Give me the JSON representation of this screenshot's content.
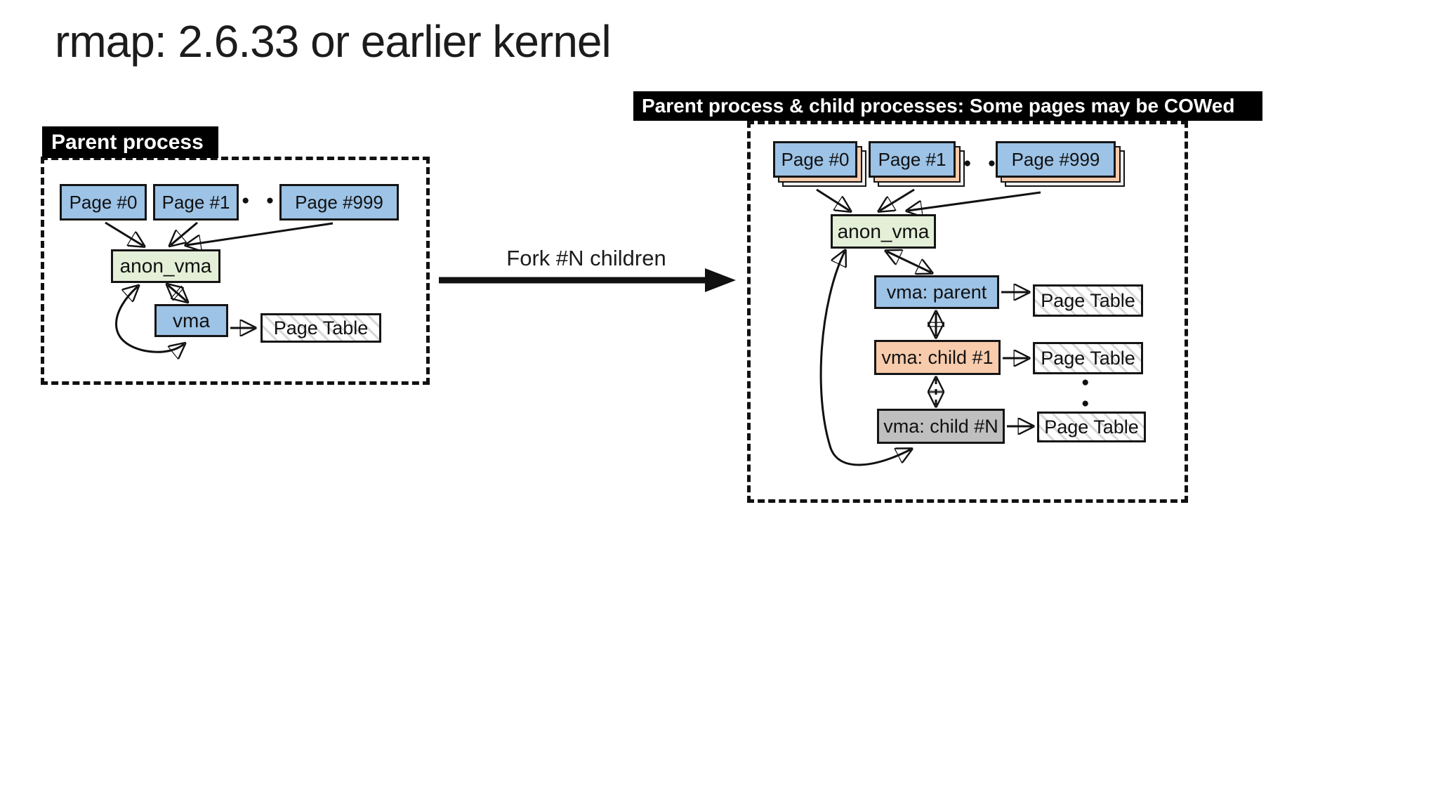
{
  "title": "rmap: 2.6.33 or earlier kernel",
  "colors": {
    "slide_bg": "#FFFFFF",
    "box_blue": "#9DC3E6",
    "box_green": "#E4EFD8",
    "box_orange": "#F7CBAC",
    "box_gray": "#BFBFBF",
    "hatch": "#D8D8D8",
    "label_bg": "#000000",
    "label_fg": "#FFFFFF",
    "ink": "#111111"
  },
  "left": {
    "label": "Parent process",
    "pages": [
      "Page #0",
      "Page #1",
      "Page #999"
    ],
    "ellipsis": "● ●",
    "anon_vma": "anon_vma",
    "vma": "vma",
    "page_table": "Page Table"
  },
  "fork": {
    "label": "Fork #N children"
  },
  "right": {
    "label": "Parent process & child processes: Some pages may be COWed",
    "pages": [
      "Page #0",
      "Page #1",
      "Page #999"
    ],
    "ellipsis_pages": "● ●",
    "ellipsis_tables": "●\n●",
    "anon_vma": "anon_vma",
    "vma_parent": "vma: parent",
    "vma_child1": "vma: child #1",
    "vma_childN": "vma: child #N",
    "page_table_parent": "Page Table",
    "page_table_child1": "Page Table",
    "page_table_childN": "Page Table"
  }
}
